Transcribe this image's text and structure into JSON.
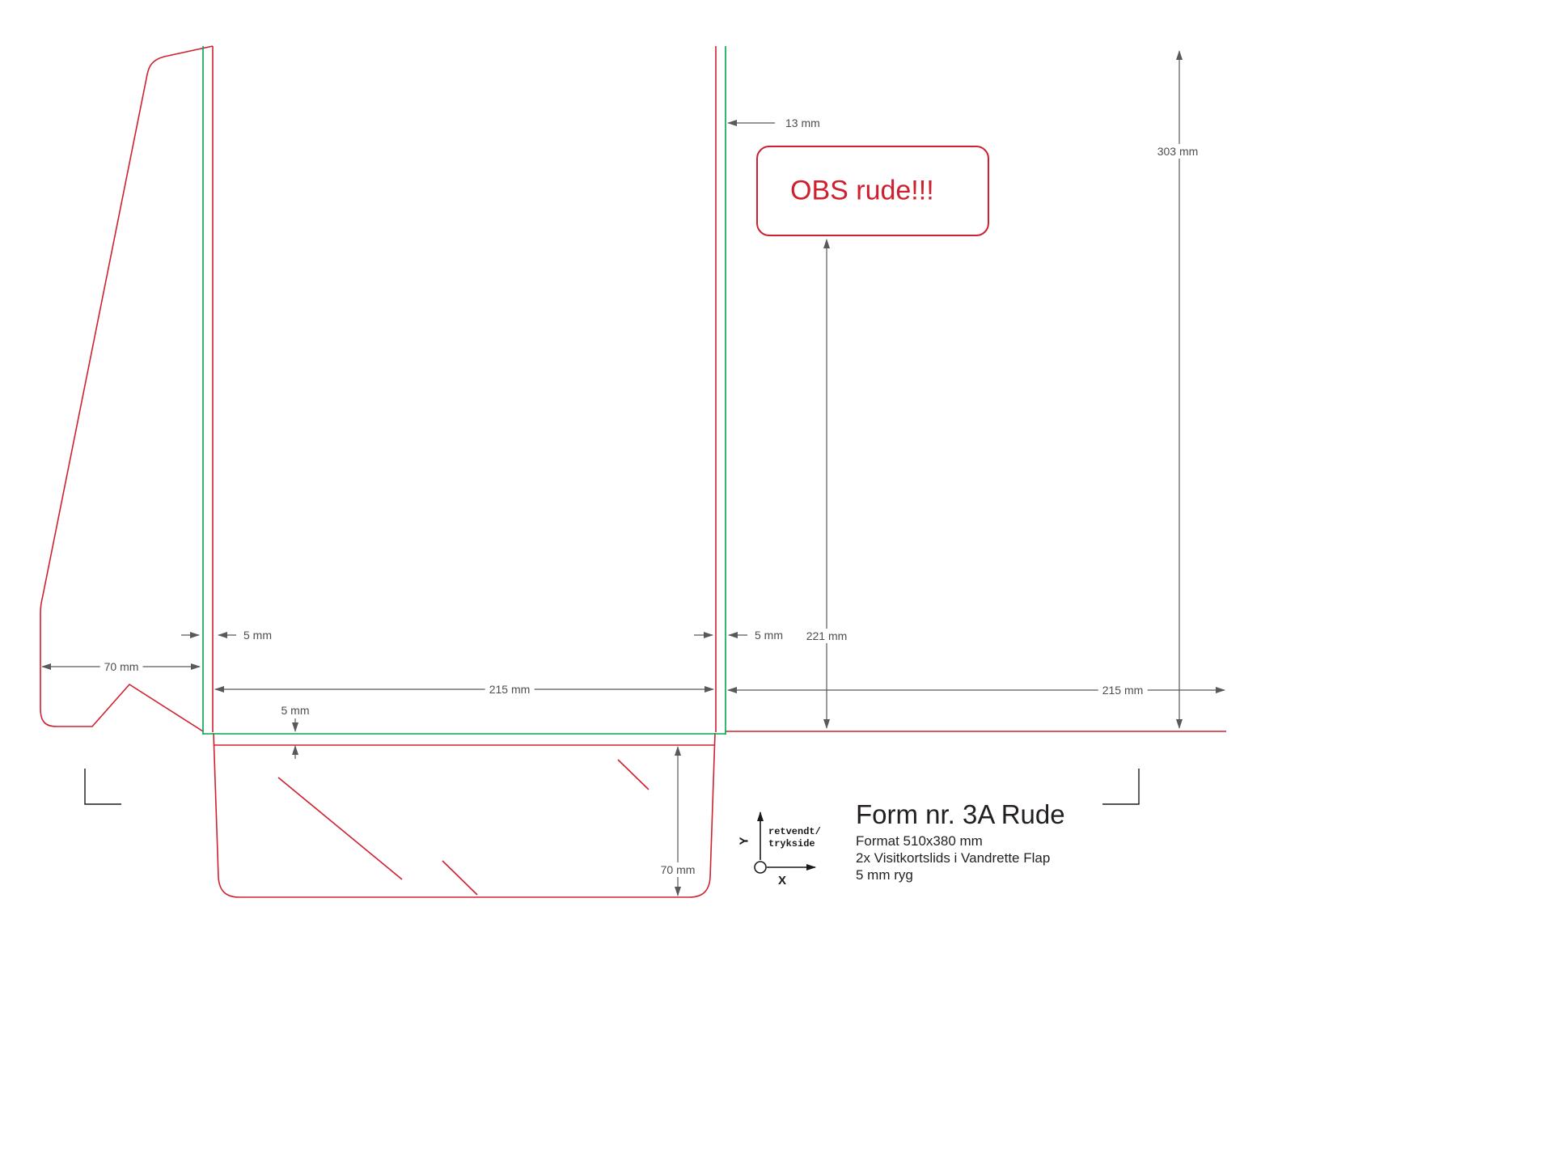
{
  "colors": {
    "cut_line": "#cf2030",
    "fold_line": "#00a551",
    "dimension_line": "#58595b",
    "text": "#231f20"
  },
  "obs_note": "OBS rude!!!",
  "dims": {
    "top_offset": "13 mm",
    "right_height": "303 mm",
    "panel_height": "221 mm",
    "flap_width": "70 mm",
    "spine_left": "5 mm",
    "spine_mid": "5 mm",
    "panel_left_width": "215 mm",
    "panel_right_width": "215 mm",
    "pocket_gap": "5 mm",
    "pocket_height": "70 mm"
  },
  "axis": {
    "y_label": "Y",
    "x_label": "X",
    "note_line1": "retvendt/",
    "note_line2": "trykside"
  },
  "title_block": {
    "title": "Form nr. 3A Rude",
    "format": "Format 510x380 mm",
    "slits": "2x Visitkortslids i Vandrette Flap",
    "spine": "5 mm ryg"
  }
}
